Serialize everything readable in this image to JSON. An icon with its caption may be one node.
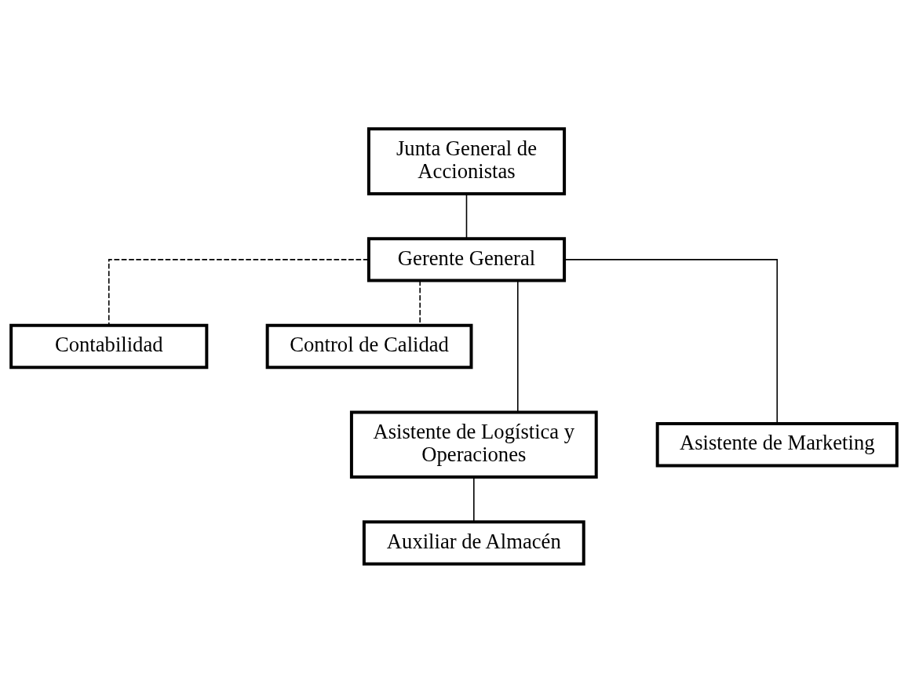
{
  "diagram": {
    "nodes": [
      {
        "text": [
          "Junta General de Accionistas"
        ]
      },
      {
        "text": [
          "Gerente General"
        ]
      },
      {
        "text": [
          "Contabilidad"
        ]
      },
      {
        "text": [
          "Control de Calidad"
        ]
      },
      {
        "text": [
          "Asistente de Logística y Operaciones"
        ]
      },
      {
        "text": [
          "Asistente de Marketing"
        ]
      },
      {
        "text": [
          "Auxiliar de Almacén"
        ]
      }
    ],
    "edges": [
      {
        "from": 0,
        "to": 1,
        "arrow": "none"
      },
      {
        "from": 1,
        "to": 2,
        "arrow": "none",
        "style": "dashed"
      },
      {
        "from": 1,
        "to": 3,
        "arrow": "none",
        "style": "dashed"
      },
      {
        "from": 1,
        "to": 4,
        "arrow": "none"
      },
      {
        "from": 1,
        "to": 5,
        "arrow": "none"
      },
      {
        "from": 4,
        "to": 6,
        "arrow": "none"
      }
    ]
  }
}
